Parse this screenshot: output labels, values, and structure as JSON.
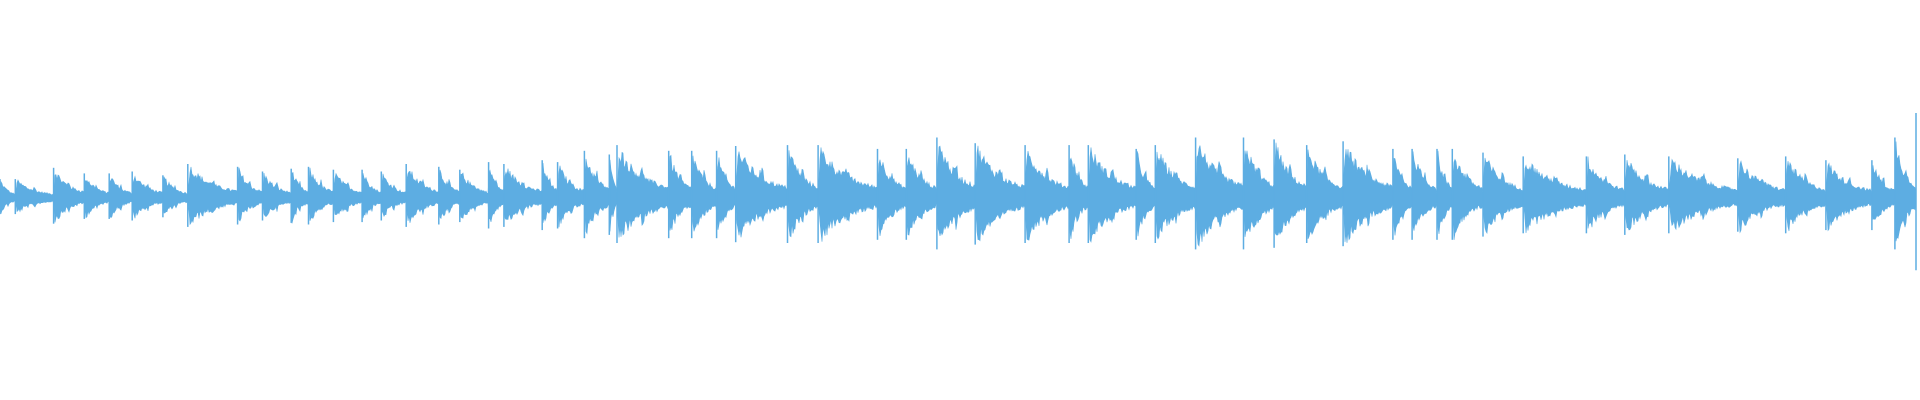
{
  "waveform": {
    "color": "#5dade2",
    "background": "#ffffff",
    "note": "",
    "onsets": [
      0.0,
      0.008,
      0.028,
      0.044,
      0.057,
      0.069,
      0.085,
      0.098,
      0.124,
      0.137,
      0.152,
      0.161,
      0.174,
      0.189,
      0.199,
      0.212,
      0.229,
      0.24,
      0.255,
      0.263,
      0.283,
      0.291,
      0.305,
      0.318,
      0.322,
      0.349,
      0.361,
      0.374,
      0.384,
      0.411,
      0.427,
      0.458,
      0.473,
      0.489,
      0.509,
      0.535,
      0.558,
      0.568,
      0.593,
      0.603,
      0.624,
      0.649,
      0.665,
      0.682,
      0.701,
      0.727,
      0.737,
      0.75,
      0.758,
      0.774,
      0.795,
      0.828,
      0.848,
      0.871,
      0.907,
      0.932,
      0.953,
      0.977,
      0.989,
      1.0
    ],
    "amplitudes": [
      0.2,
      0.2,
      0.32,
      0.26,
      0.26,
      0.28,
      0.24,
      0.36,
      0.33,
      0.28,
      0.31,
      0.33,
      0.3,
      0.3,
      0.28,
      0.36,
      0.33,
      0.3,
      0.38,
      0.36,
      0.4,
      0.38,
      0.5,
      0.46,
      0.56,
      0.5,
      0.5,
      0.5,
      0.55,
      0.56,
      0.56,
      0.52,
      0.52,
      0.64,
      0.58,
      0.56,
      0.56,
      0.56,
      0.52,
      0.56,
      0.64,
      0.64,
      0.62,
      0.56,
      0.6,
      0.52,
      0.52,
      0.52,
      0.52,
      0.48,
      0.44,
      0.44,
      0.46,
      0.44,
      0.42,
      0.44,
      0.4,
      0.4,
      0.64,
      0.9
    ]
  }
}
